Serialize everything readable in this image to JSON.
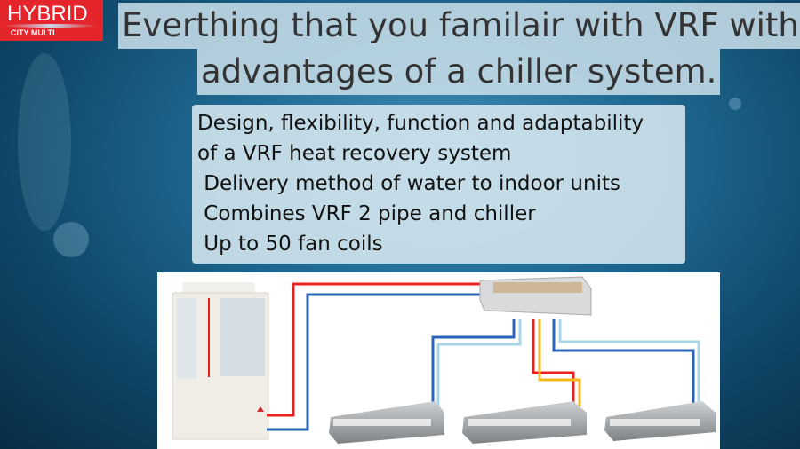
{
  "logo": {
    "brand": "HYBRID",
    "sub": "CITY MULTI"
  },
  "title": {
    "line1": "Everthing that you familair with VRF with",
    "line2": "advantages of a chiller system."
  },
  "bullets": [
    "Design, flexibility, function and adaptability",
    "of a VRF heat recovery system",
    " Delivery method of water to indoor units",
    " Combines VRF 2 pipe and chiller",
    " Up to 50 fan coils"
  ],
  "colors": {
    "hot": "#e8221e",
    "cold": "#2a64b8",
    "light": "#a9d6e6",
    "yellow": "#f6b81a",
    "logo": "#e4262c"
  }
}
